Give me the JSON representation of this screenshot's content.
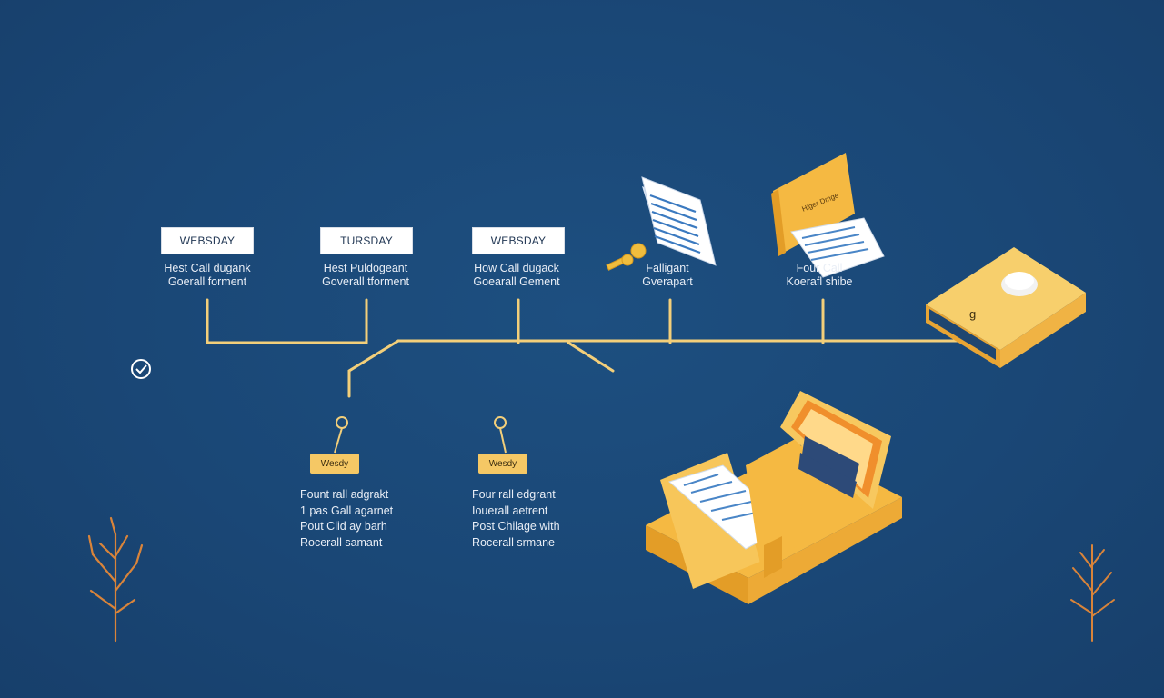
{
  "timeline": {
    "day_labels": [
      "WEBSDAY",
      "TURSDAY",
      "WEBSDAY"
    ],
    "descriptions": [
      [
        "Hest Call dugank",
        "Goerall forment"
      ],
      [
        "Hest Puldogeant",
        "Goverall tforment"
      ],
      [
        "How Call dugack",
        "Goearall Gement"
      ],
      [
        "Falligant",
        "Gverapart"
      ],
      [
        "Four Call",
        "Koerafl shibe"
      ]
    ]
  },
  "branches": {
    "tag_labels": [
      "Wesdy",
      "Wesdy"
    ],
    "descriptions": [
      [
        "Fount rall adgrakt",
        "1 pas Gall agarnet",
        "Pout Clid ay barh",
        "Rocerall samant"
      ],
      [
        "Four rall edgrant",
        "Iouerall aetrent",
        "Post Chilage with",
        "Rocerall srmane"
      ]
    ]
  },
  "illustrations": {
    "panel_label": "Higer Dmge",
    "drive_glyph": "g"
  },
  "colors": {
    "background": "#1a4776",
    "line": "#f3cf7a",
    "accent": "#f5b942",
    "tree": "#d9843a"
  }
}
